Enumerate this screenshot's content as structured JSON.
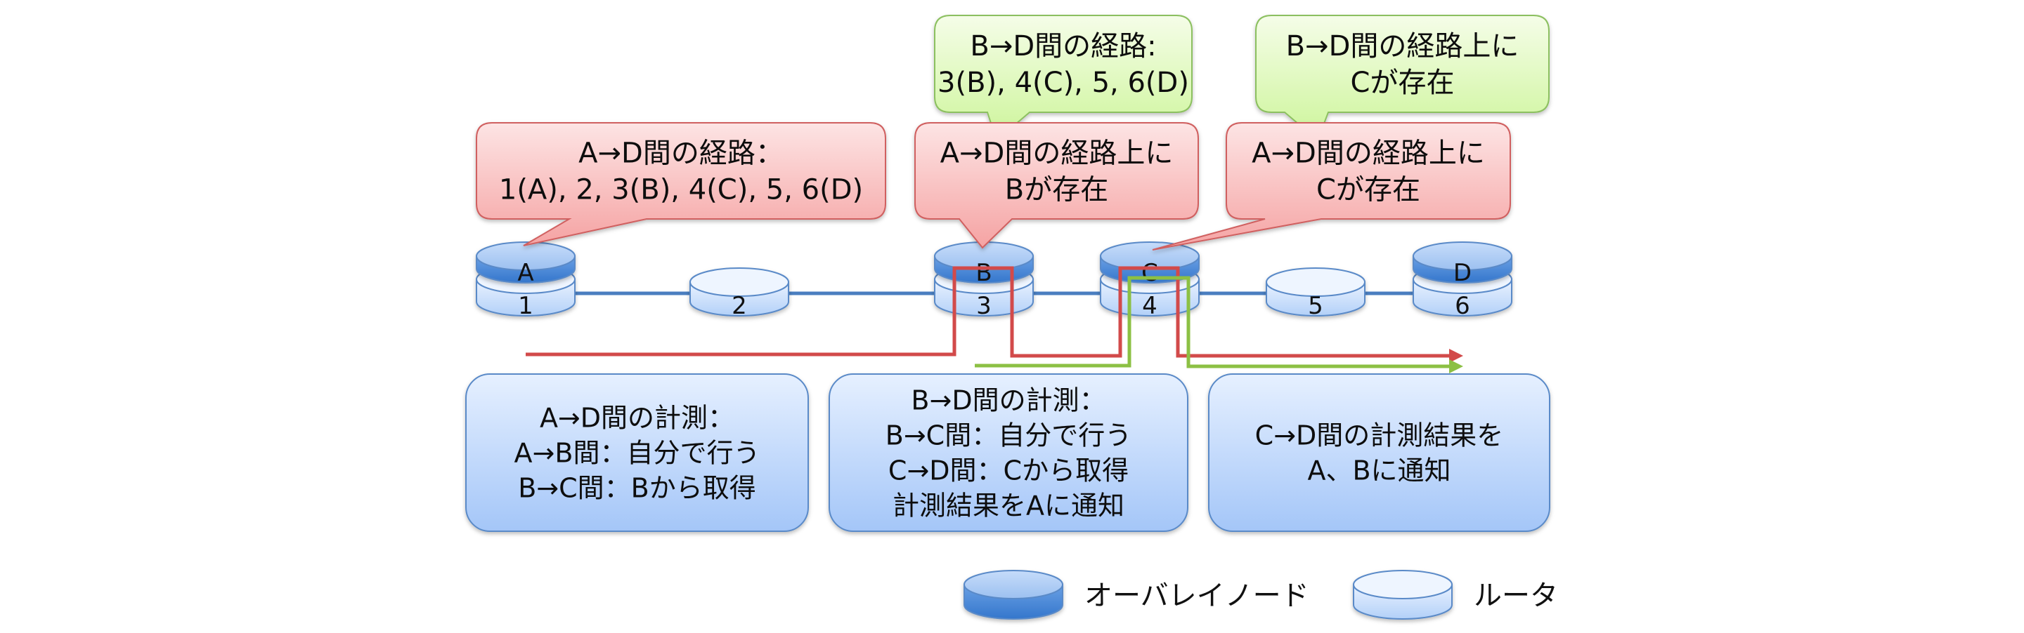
{
  "colors": {
    "red_fill_top": "#fde0e0",
    "red_fill_bottom": "#f6a0a0",
    "red_stroke": "#d06060",
    "green_fill_top": "#f4fde4",
    "green_fill_bottom": "#cff59a",
    "green_stroke": "#8cc060",
    "blue_fill_top": "#e4efff",
    "blue_fill_bottom": "#a6c8f8",
    "blue_stroke": "#5a8ac8",
    "overlay_dark": "#3a7ad0",
    "router_light": "#dbe9fc",
    "path_red": "#d24a4a",
    "path_green": "#8cc044",
    "link": "#4a7ec0"
  },
  "callouts": {
    "green": [
      {
        "lines": [
          "B→D間の経路:",
          "3(B), 4(C), 5, 6(D)"
        ]
      },
      {
        "lines": [
          "B→D間の経路上に",
          "Cが存在"
        ]
      }
    ],
    "red": [
      {
        "lines": [
          "A→D間の経路：",
          "1(A), 2, 3(B), 4(C), 5, 6(D)"
        ]
      },
      {
        "lines": [
          "A→D間の経路上に",
          "Bが存在"
        ]
      },
      {
        "lines": [
          "A→D間の経路上に",
          "Cが存在"
        ]
      }
    ]
  },
  "nodes": [
    {
      "id": "1",
      "overlay": "A",
      "type": "overlay"
    },
    {
      "id": "2",
      "overlay": "",
      "type": "router"
    },
    {
      "id": "3",
      "overlay": "B",
      "type": "overlay"
    },
    {
      "id": "4",
      "overlay": "C",
      "type": "overlay"
    },
    {
      "id": "5",
      "overlay": "",
      "type": "router"
    },
    {
      "id": "6",
      "overlay": "D",
      "type": "overlay"
    }
  ],
  "info_boxes": [
    {
      "lines": [
        "A→D間の計測：",
        "A→B間：自分で行う",
        "B→C間：Bから取得"
      ]
    },
    {
      "lines": [
        "B→D間の計測：",
        "B→C間：自分で行う",
        "C→D間：Cから取得",
        "計測結果をAに通知"
      ]
    },
    {
      "lines": [
        "C→D間の計測結果を",
        "A、Bに通知"
      ]
    }
  ],
  "legend": {
    "overlay_label": "オーバレイノード",
    "router_label": "ルータ"
  }
}
